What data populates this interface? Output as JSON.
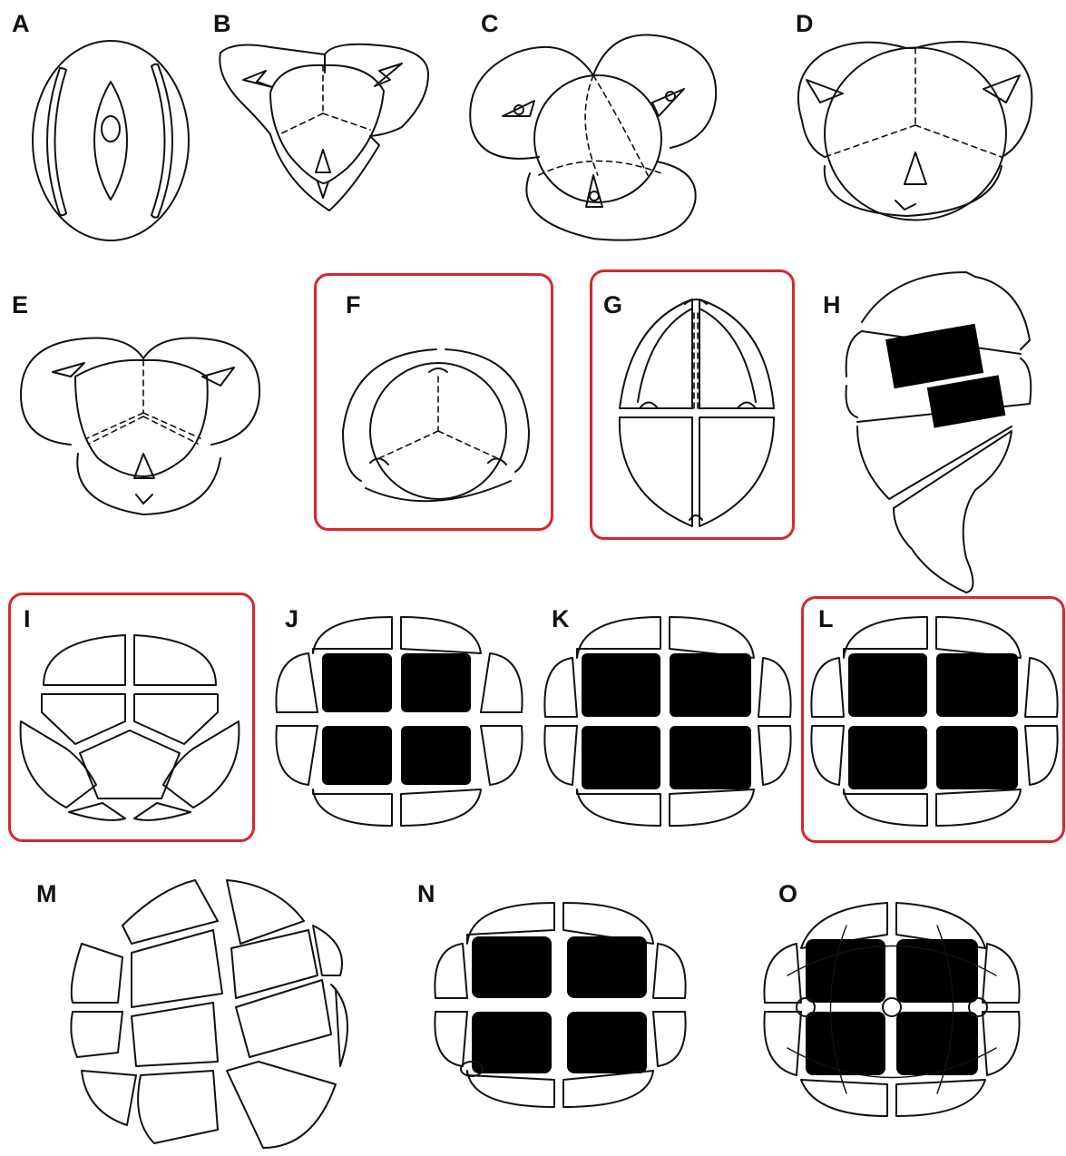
{
  "figure": {
    "panels": [
      {
        "id": "A",
        "label": "A",
        "highlighted": false
      },
      {
        "id": "B",
        "label": "B",
        "highlighted": false
      },
      {
        "id": "C",
        "label": "C",
        "highlighted": false
      },
      {
        "id": "D",
        "label": "D",
        "highlighted": false
      },
      {
        "id": "E",
        "label": "E",
        "highlighted": false
      },
      {
        "id": "F",
        "label": "F",
        "highlighted": true
      },
      {
        "id": "G",
        "label": "G",
        "highlighted": true
      },
      {
        "id": "H",
        "label": "H",
        "highlighted": false
      },
      {
        "id": "I",
        "label": "I",
        "highlighted": true
      },
      {
        "id": "J",
        "label": "J",
        "highlighted": false
      },
      {
        "id": "K",
        "label": "K",
        "highlighted": false
      },
      {
        "id": "L",
        "label": "L",
        "highlighted": true
      },
      {
        "id": "M",
        "label": "M",
        "highlighted": false
      },
      {
        "id": "N",
        "label": "N",
        "highlighted": false
      },
      {
        "id": "O",
        "label": "O",
        "highlighted": false
      }
    ],
    "colors": {
      "line": "#111111",
      "highlight_frame": "#d8262b",
      "background": "#ffffff"
    }
  }
}
